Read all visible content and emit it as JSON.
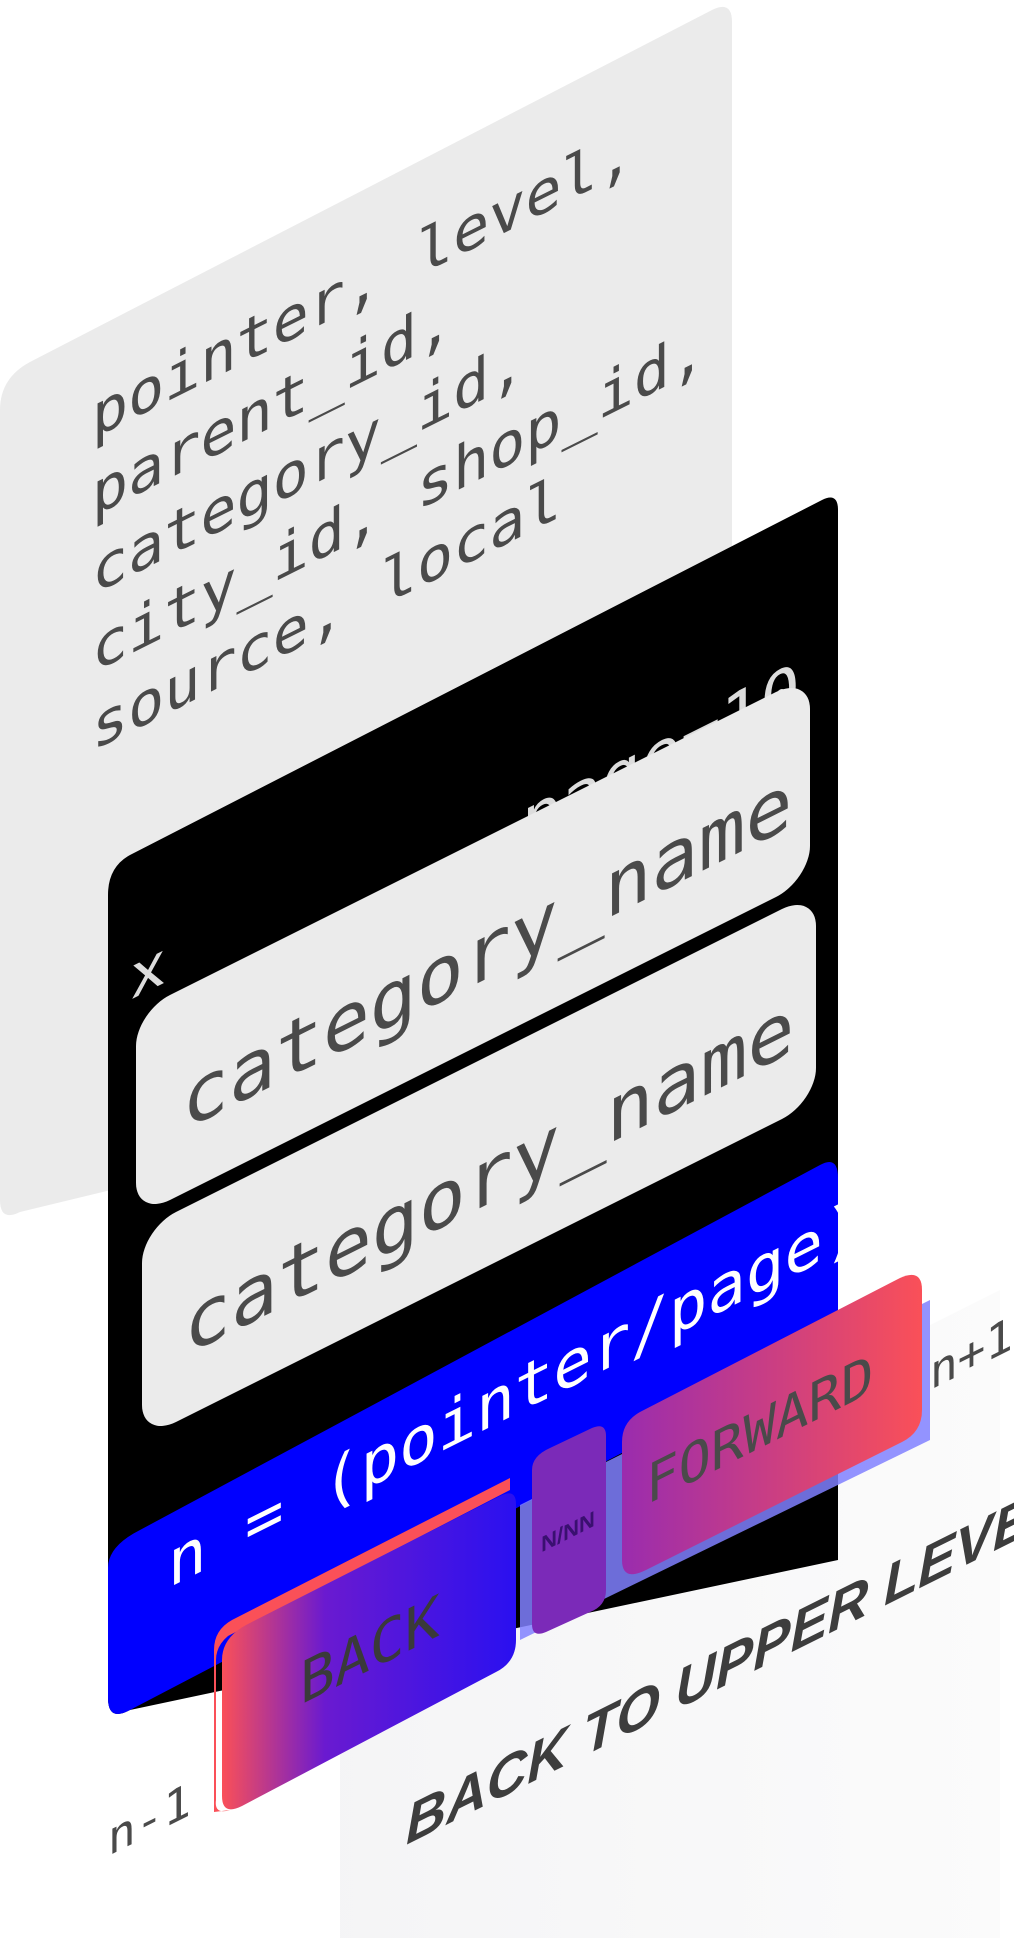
{
  "params_panel": {
    "lines": [
      "pointer, level,",
      "parent_id,",
      "category_id,",
      "city_id, shop_id,",
      "source, local"
    ]
  },
  "list_panel": {
    "page_label": "page=10",
    "close_glyph": "x",
    "items": [
      {
        "label": "category_name"
      },
      {
        "label": "category_name"
      }
    ]
  },
  "pager": {
    "formula": "n = (pointer/page)",
    "back_label": "BACK",
    "forward_label": "FORWARD",
    "page_indicator": "N/NN",
    "prev_label": "n-1",
    "next_label": "n+1"
  },
  "upper_level_label": "BACK TO UPPER LEVEL",
  "colors": {
    "params_bg": "#ebebeb",
    "list_bg": "#000000",
    "item_bg": "#ebebeb",
    "pager_bg": "#0000ff",
    "text_dark": "#4a4a4a",
    "forward_gradient": [
      "#9a2cae",
      "#fa5058"
    ],
    "back_accent": "#fa5058"
  }
}
